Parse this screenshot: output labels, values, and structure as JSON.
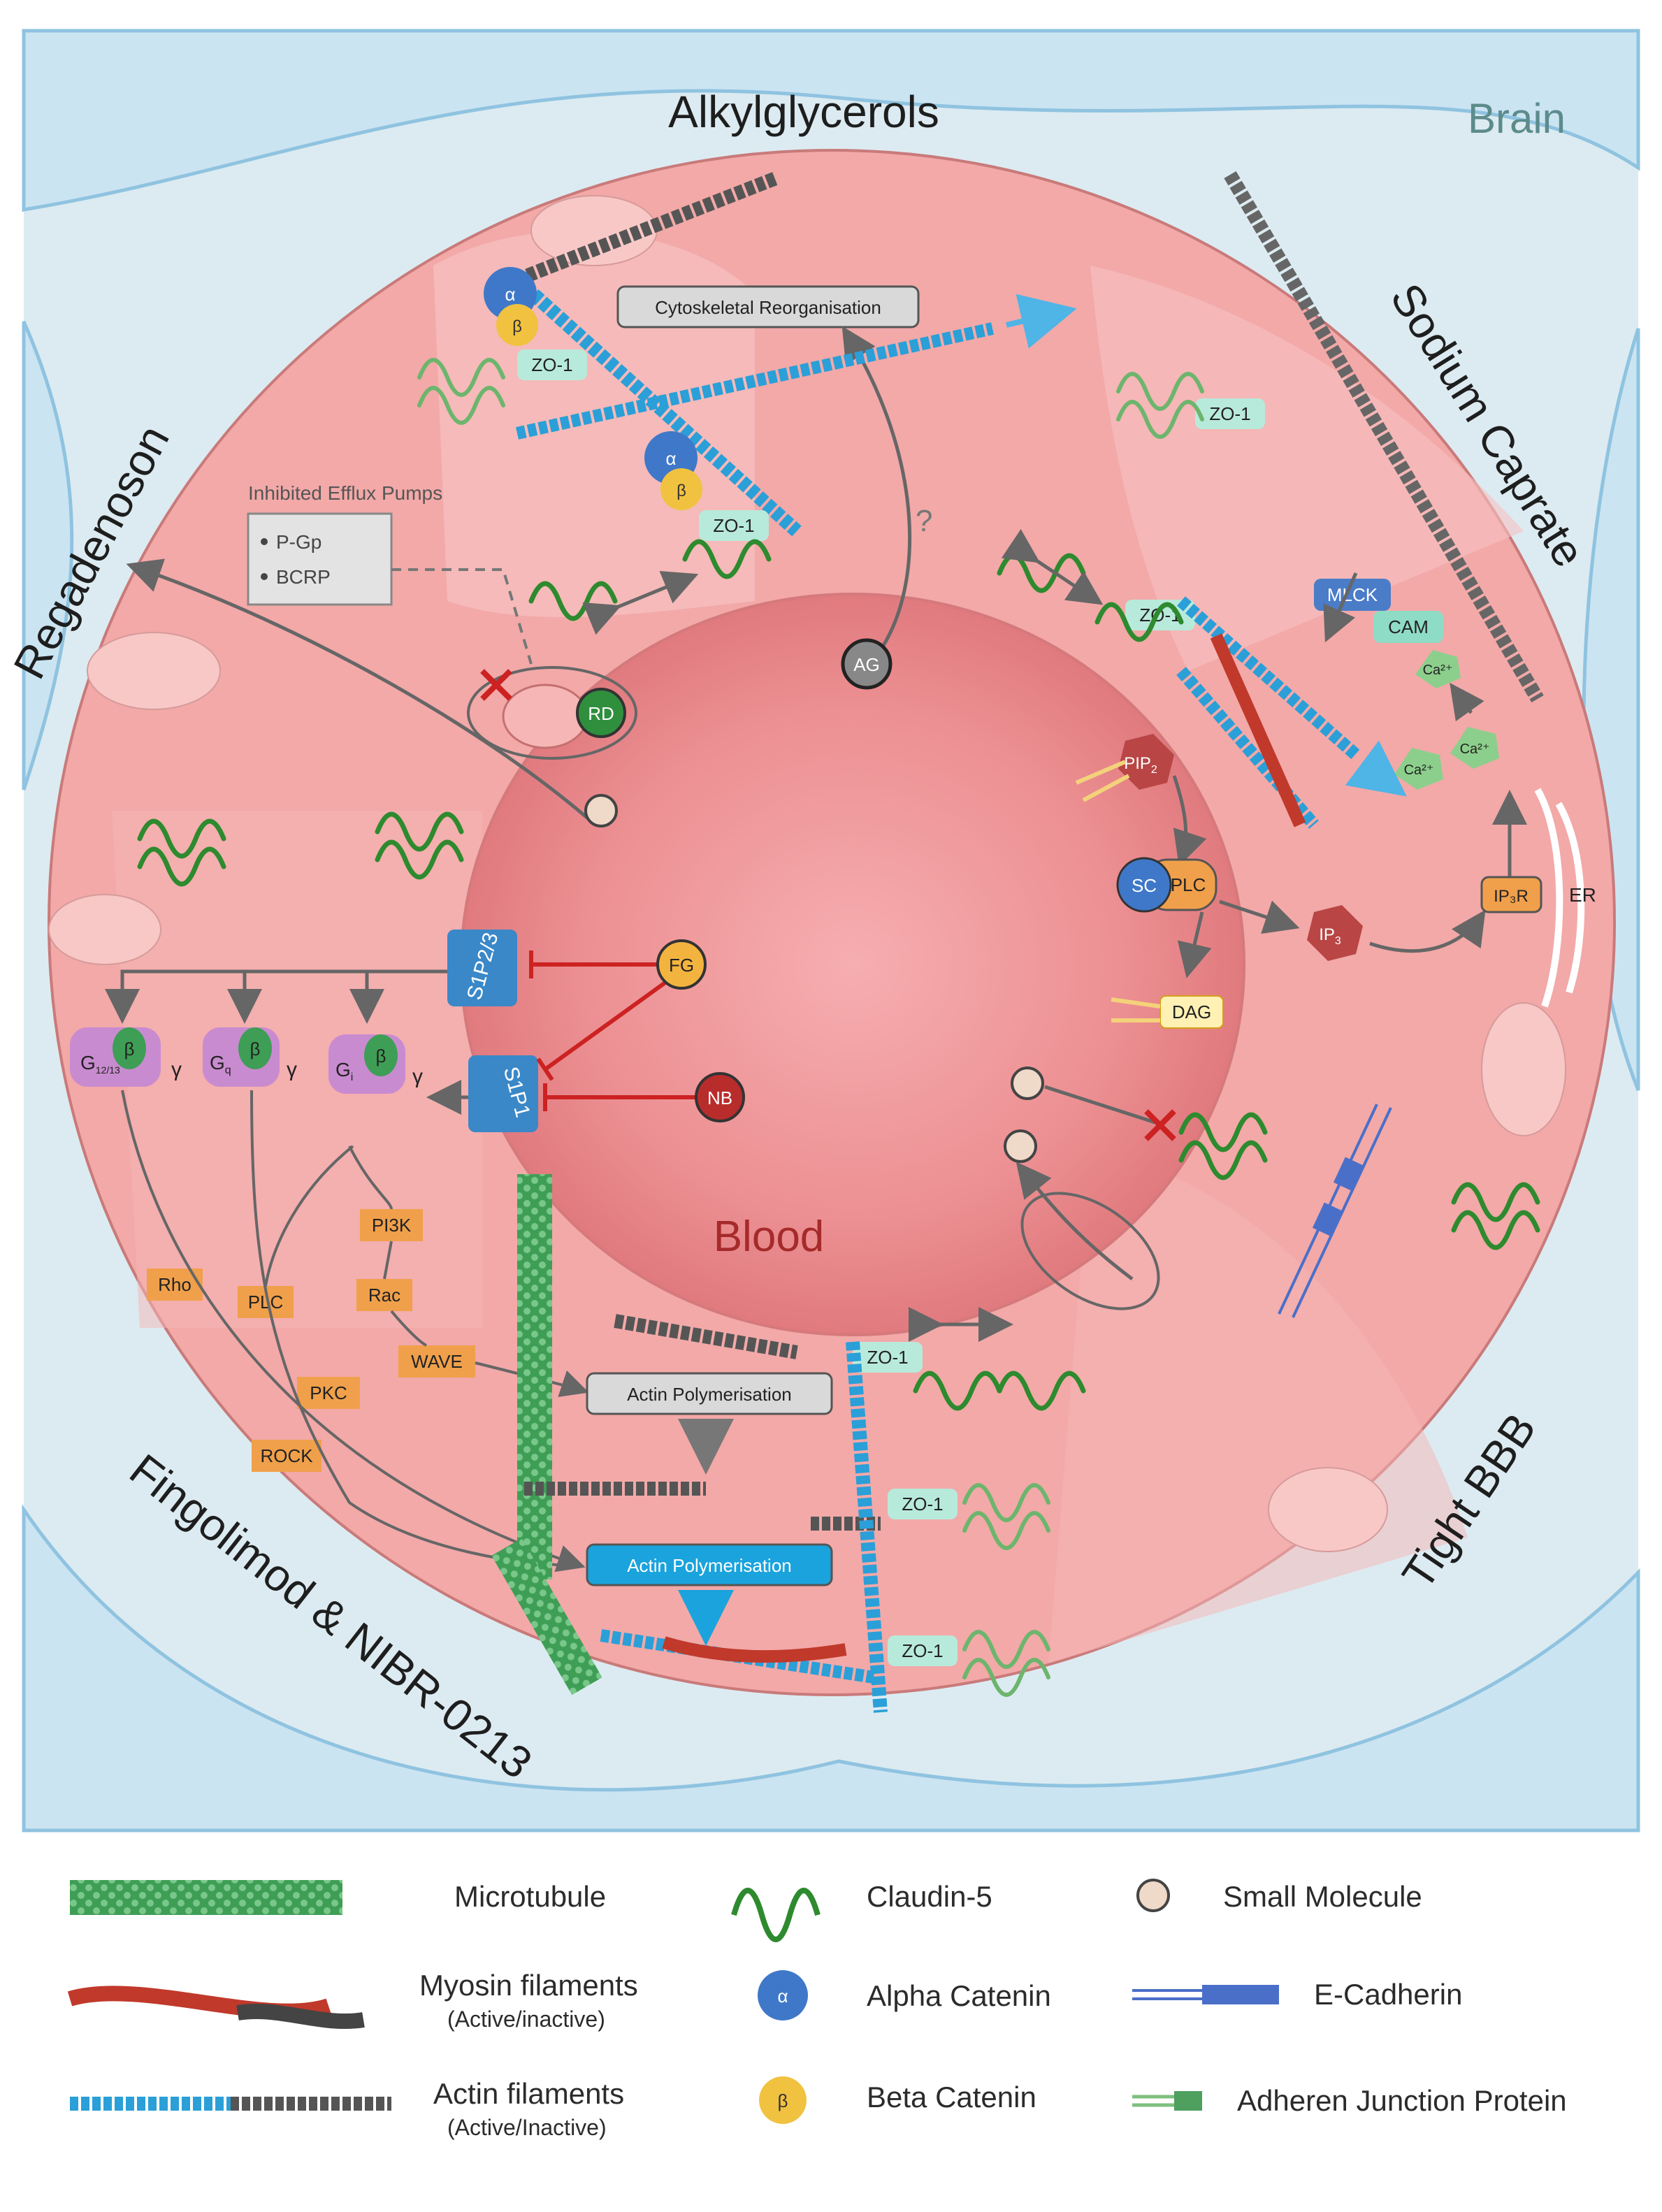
{
  "diagram": {
    "region_labels": {
      "brain": "Brain",
      "blood": "Blood"
    },
    "drug_labels": {
      "top": "Alkylglycerols",
      "right_top": "Sodium Caprate",
      "left_top": "Regadenoson",
      "left_bottom": "Fingolimod & NIBR-0213",
      "right_bottom": "Tight BBB"
    },
    "molecules": {
      "ag": "AG",
      "rd": "RD",
      "fg": "FG",
      "nb": "NB",
      "sc": "SC",
      "plc": "PLC",
      "pip2": "PIP",
      "pip2_sub": "2",
      "ip3": "IP",
      "ip3_sub": "3",
      "ip3r": "IP₃R",
      "er": "ER",
      "dag": "DAG",
      "mlck": "MLCK",
      "cam": "CAM",
      "ca": "Ca²⁺",
      "question": "?"
    },
    "zo1": "ZO-1",
    "catenin_alpha": "α",
    "catenin_beta": "β",
    "efflux": {
      "title": "Inhibited Efflux Pumps",
      "items": [
        "P-Gp",
        "BCRP"
      ]
    },
    "boxes": {
      "cytoskeletal": "Cytoskeletal Reorganisation",
      "actin_poly_grey": "Actin Polymerisation",
      "actin_poly_blue": "Actin Polymerisation"
    },
    "receptors": {
      "s1p23": "S1P2/3",
      "s1p1": "S1P1"
    },
    "g_proteins": [
      {
        "main": "G",
        "sub": "12/13",
        "beta": "β",
        "gamma": "γ"
      },
      {
        "main": "G",
        "sub": "q",
        "beta": "β",
        "gamma": "γ"
      },
      {
        "main": "G",
        "sub": "i",
        "beta": "β",
        "gamma": "γ"
      }
    ],
    "signaling": {
      "rho": "Rho",
      "plc": "PLC",
      "pkc": "PKC",
      "rock": "ROCK",
      "pi3k": "PI3K",
      "rac": "Rac",
      "wave": "WAVE"
    }
  },
  "legend": {
    "microtubule": "Microtubule",
    "myosin": "Myosin filaments",
    "myosin_sub": "(Active/inactive)",
    "actin": "Actin filaments",
    "actin_sub": "(Active/Inactive)",
    "claudin": "Claudin-5",
    "alpha_catenin": "Alpha Catenin",
    "alpha_symbol": "α",
    "beta_catenin": "Beta Catenin",
    "beta_symbol": "β",
    "small_molecule": "Small Molecule",
    "ecadherin": "E-Cadherin",
    "adheren": "Adheren Junction Protein"
  },
  "colors": {
    "background": "#dcebf1",
    "vessel": "#cbe4f2",
    "cell": "#f2a9a8",
    "cell_dark": "#e88c8c",
    "lumen": "#e97f82",
    "claudin": "#2e8a2e",
    "actin": "#2a9fd8",
    "orange_box": "#f0a04b",
    "inhibit": "#cc2222"
  }
}
